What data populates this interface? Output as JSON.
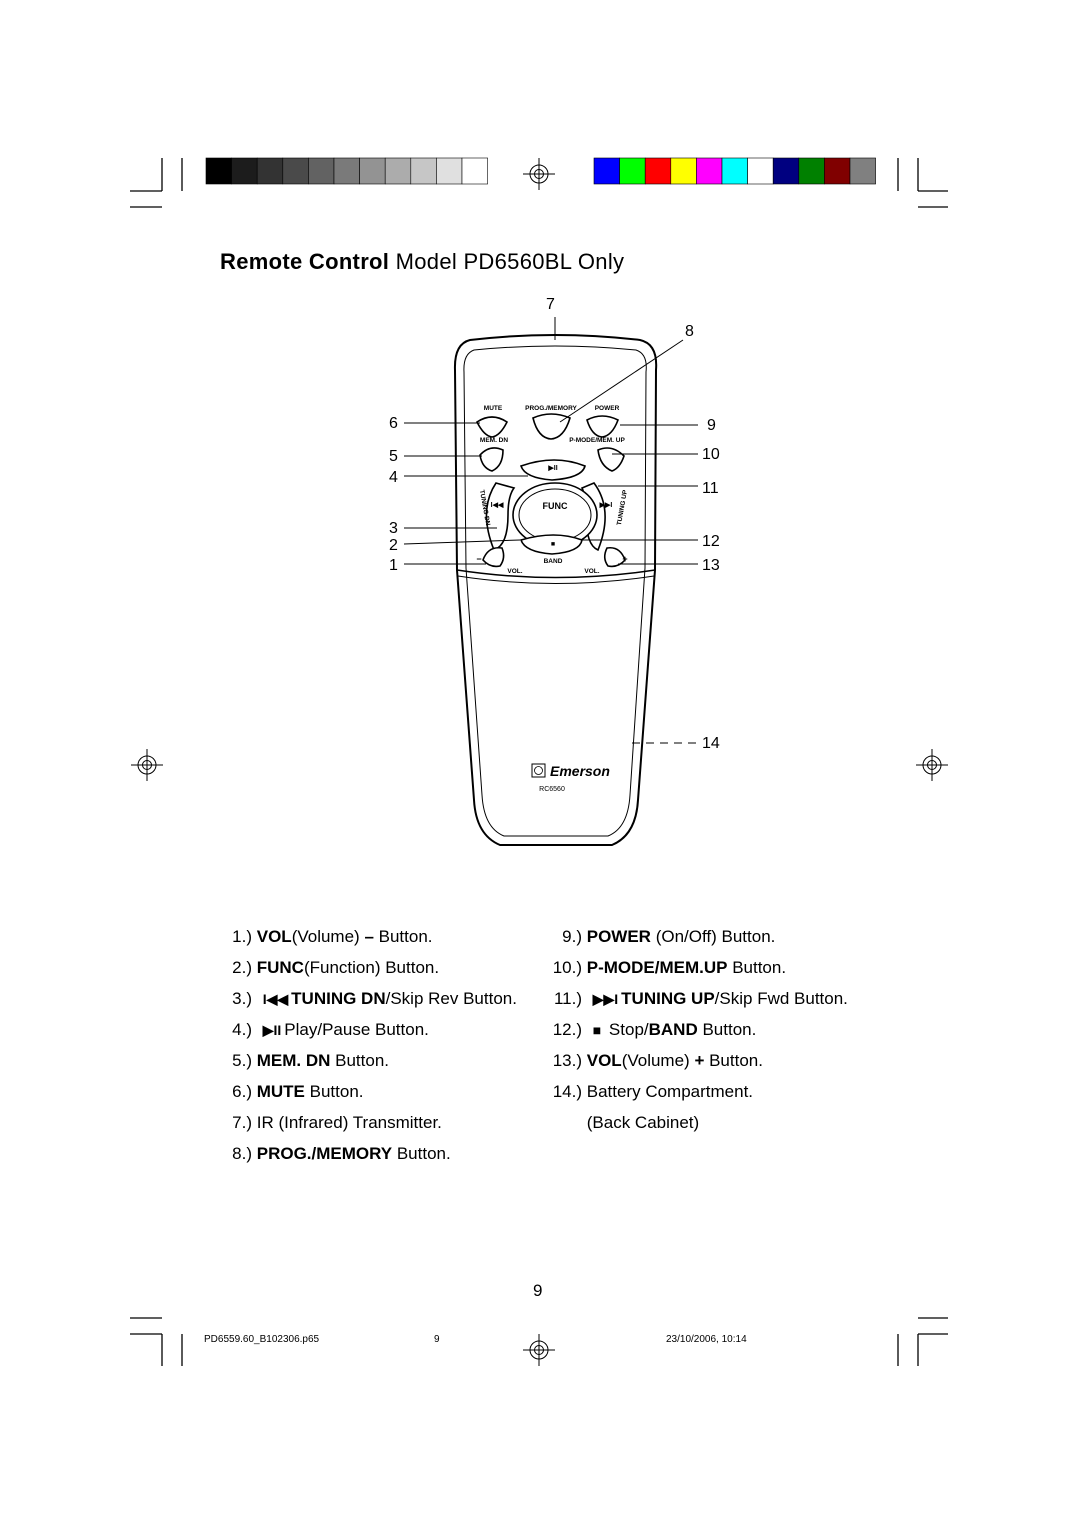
{
  "title": {
    "bold": "Remote Control",
    "rest": "Model PD6560BL Only"
  },
  "callouts": [
    "1",
    "2",
    "3",
    "4",
    "5",
    "6",
    "7",
    "8",
    "9",
    "10",
    "11",
    "12",
    "13",
    "14"
  ],
  "remote": {
    "buttons": {
      "mute": "MUTE",
      "prog_memory": "PROG./MEMORY",
      "power": "POWER",
      "mem_dn": "MEM. DN",
      "pmode_memup": "P-MODE/MEM. UP",
      "play_pause": "▶II",
      "tuning_dn": "TUNING DN",
      "tuning_up": "TUNING UP",
      "skip_rev": "I◀◀",
      "skip_fwd": "▶▶I",
      "func": "FUNC",
      "stop": "■",
      "band": "BAND",
      "minus": "−",
      "plus": "+",
      "vol_left": "VOL.",
      "vol_right": "VOL."
    },
    "brand": "Emerson",
    "model": "RC6560"
  },
  "legend_left": [
    {
      "num": "1.)",
      "bold": "VOL",
      "text": "(Volume) ",
      "bold2": "–",
      "text2": " Button."
    },
    {
      "num": "2.)",
      "bold": "FUNC",
      "text": "(Function) Button."
    },
    {
      "num": "3.)",
      "glyph": "I◀◀",
      "bold": "TUNING DN",
      "text": "/Skip Rev Button."
    },
    {
      "num": "4.)",
      "glyph": "▶II",
      "text": "Play/Pause Button."
    },
    {
      "num": "5.)",
      "bold": "MEM. DN",
      "text": " Button."
    },
    {
      "num": "6.)",
      "bold": "MUTE",
      "text": " Button."
    },
    {
      "num": "7.)",
      "text": "IR (Infrared) Transmitter."
    },
    {
      "num": "8.)",
      "bold": "PROG./MEMORY",
      "text": " Button."
    }
  ],
  "legend_right": [
    {
      "num": "9.)",
      "bold": "POWER",
      "text": " (On/Off) Button."
    },
    {
      "num": "10.)",
      "bold": "P-MODE/MEM.UP",
      "text": " Button."
    },
    {
      "num": "11.)",
      "glyph": "▶▶I",
      "bold": "TUNING UP",
      "text": "/Skip Fwd Button."
    },
    {
      "num": "12.)",
      "glyph": "■",
      "text": " Stop/",
      "bold2": "BAND",
      "text2": " Button."
    },
    {
      "num": "13.)",
      "bold": "VOL",
      "text": "(Volume) ",
      "bold2": "+",
      "text2": " Button."
    },
    {
      "num": "14.)",
      "text": "Battery Compartment."
    },
    {
      "num": "",
      "text": "(Back Cabinet)"
    }
  ],
  "page_number": "9",
  "footer": {
    "file": "PD6559.60_B102306.p65",
    "page": "9",
    "date": "23/10/2006, 10:14"
  },
  "color_bars": {
    "grays": [
      "#000000",
      "#1c1c1c",
      "#333333",
      "#4a4a4a",
      "#626262",
      "#7a7a7a",
      "#939393",
      "#acacac",
      "#c6c6c6",
      "#e0e0e0",
      "#ffffff"
    ],
    "colors": [
      "#0000ff",
      "#00ff00",
      "#ff0000",
      "#ffff00",
      "#ff00ff",
      "#00ffff",
      "#ffffff",
      "#000080",
      "#008000",
      "#800000",
      "#808080"
    ]
  }
}
